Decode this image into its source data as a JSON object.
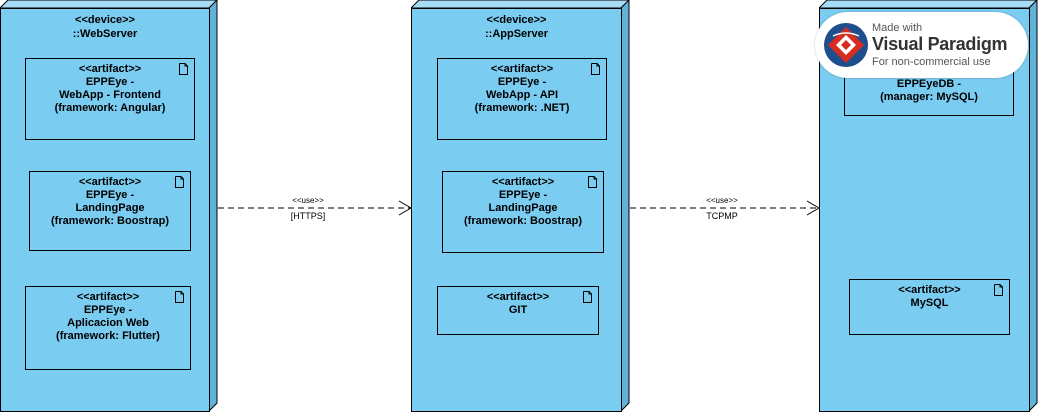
{
  "nodes": [
    {
      "stereotype": "<<device>>",
      "name": "::WebServer",
      "artifacts": [
        {
          "stereotype": "<<artifact>>",
          "lines": [
            "EPPEye -",
            "WebApp - Frontend",
            "(framework: Angular)"
          ]
        },
        {
          "stereotype": "<<artifact>>",
          "lines": [
            "EPPEye -",
            "LandingPage",
            "(framework: Boostrap)"
          ]
        },
        {
          "stereotype": "<<artifact>>",
          "lines": [
            "EPPEye -",
            "Aplicacion Web",
            "(framework: Flutter)"
          ]
        }
      ]
    },
    {
      "stereotype": "<<device>>",
      "name": "::AppServer",
      "artifacts": [
        {
          "stereotype": "<<artifact>>",
          "lines": [
            "EPPEye -",
            "WebApp - API",
            "(framework: .NET)"
          ]
        },
        {
          "stereotype": "<<artifact>>",
          "lines": [
            "EPPEye -",
            "LandingPage",
            "(framework: Boostrap)"
          ]
        },
        {
          "stereotype": "<<artifact>>",
          "lines": [
            "GIT"
          ]
        }
      ]
    },
    {
      "stereotype": "",
      "name": "",
      "artifacts": [
        {
          "stereotype": "",
          "lines": [
            "EPPEyeDB -",
            "(manager: MySQL)"
          ]
        },
        {
          "stereotype": "<<artifact>>",
          "lines": [
            "MySQL"
          ]
        }
      ]
    }
  ],
  "connectors": [
    {
      "stereotype": "<<use>>",
      "label": "[HTTPS]"
    },
    {
      "stereotype": "<<use>>",
      "label": "TCPMP"
    }
  ],
  "watermark": {
    "made_with": "Made with",
    "brand": "Visual Paradigm",
    "note": "For non-commercial use"
  },
  "colors": {
    "node_fill": "#7accf0",
    "node_side": "#5fb3d9",
    "node_top": "#a6dcf5",
    "stroke": "#000000",
    "badge_red": "#d62d20",
    "badge_blue": "#1f4e8c"
  }
}
